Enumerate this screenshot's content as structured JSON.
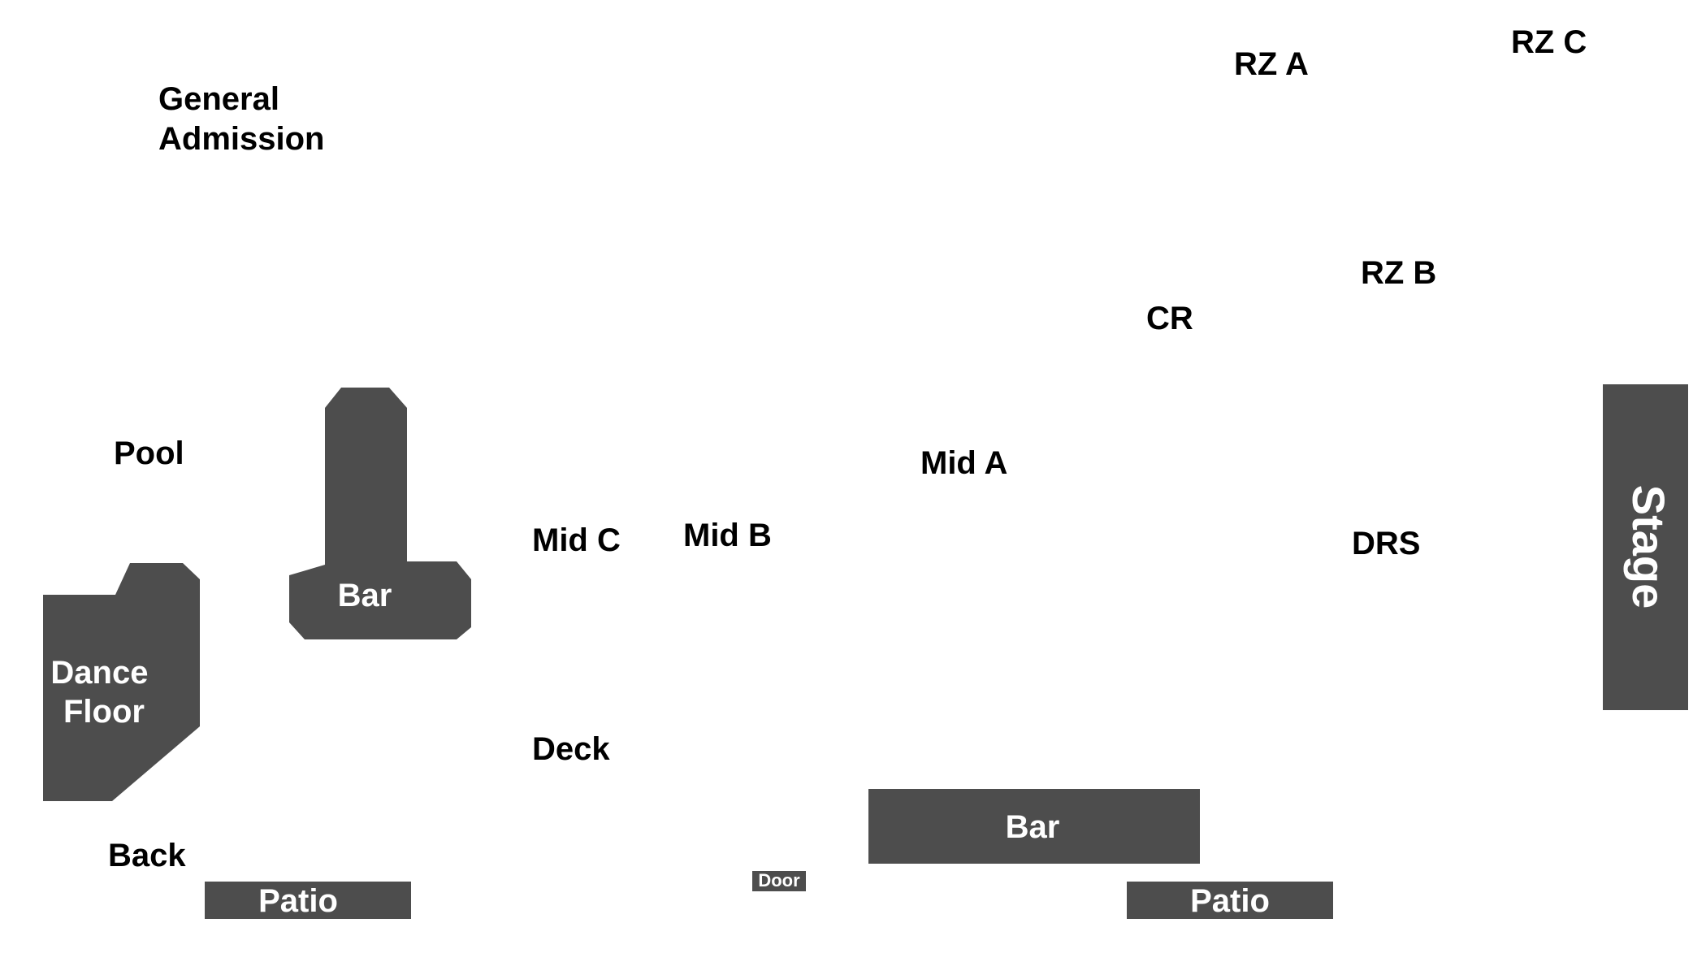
{
  "colors": {
    "background": "#ffffff",
    "fixture": "#4d4d4d",
    "label": "#000000",
    "fixture_label": "#ffffff"
  },
  "sections": {
    "general_admission_line1": "General",
    "general_admission_line2": "Admission",
    "pool": "Pool",
    "mid_c": "Mid C",
    "mid_b": "Mid B",
    "mid_a": "Mid A",
    "deck": "Deck",
    "back": "Back",
    "cr": "CR",
    "rz_a": "RZ A",
    "rz_b": "RZ B",
    "rz_c": "RZ C",
    "drs": "DRS"
  },
  "fixtures": {
    "stage": "Stage",
    "bar_left": "Bar",
    "bar_bottom": "Bar",
    "dance_floor_line1": "Dance",
    "dance_floor_line2": "Floor",
    "patio_left": "Patio",
    "patio_right": "Patio",
    "door": "Door"
  }
}
